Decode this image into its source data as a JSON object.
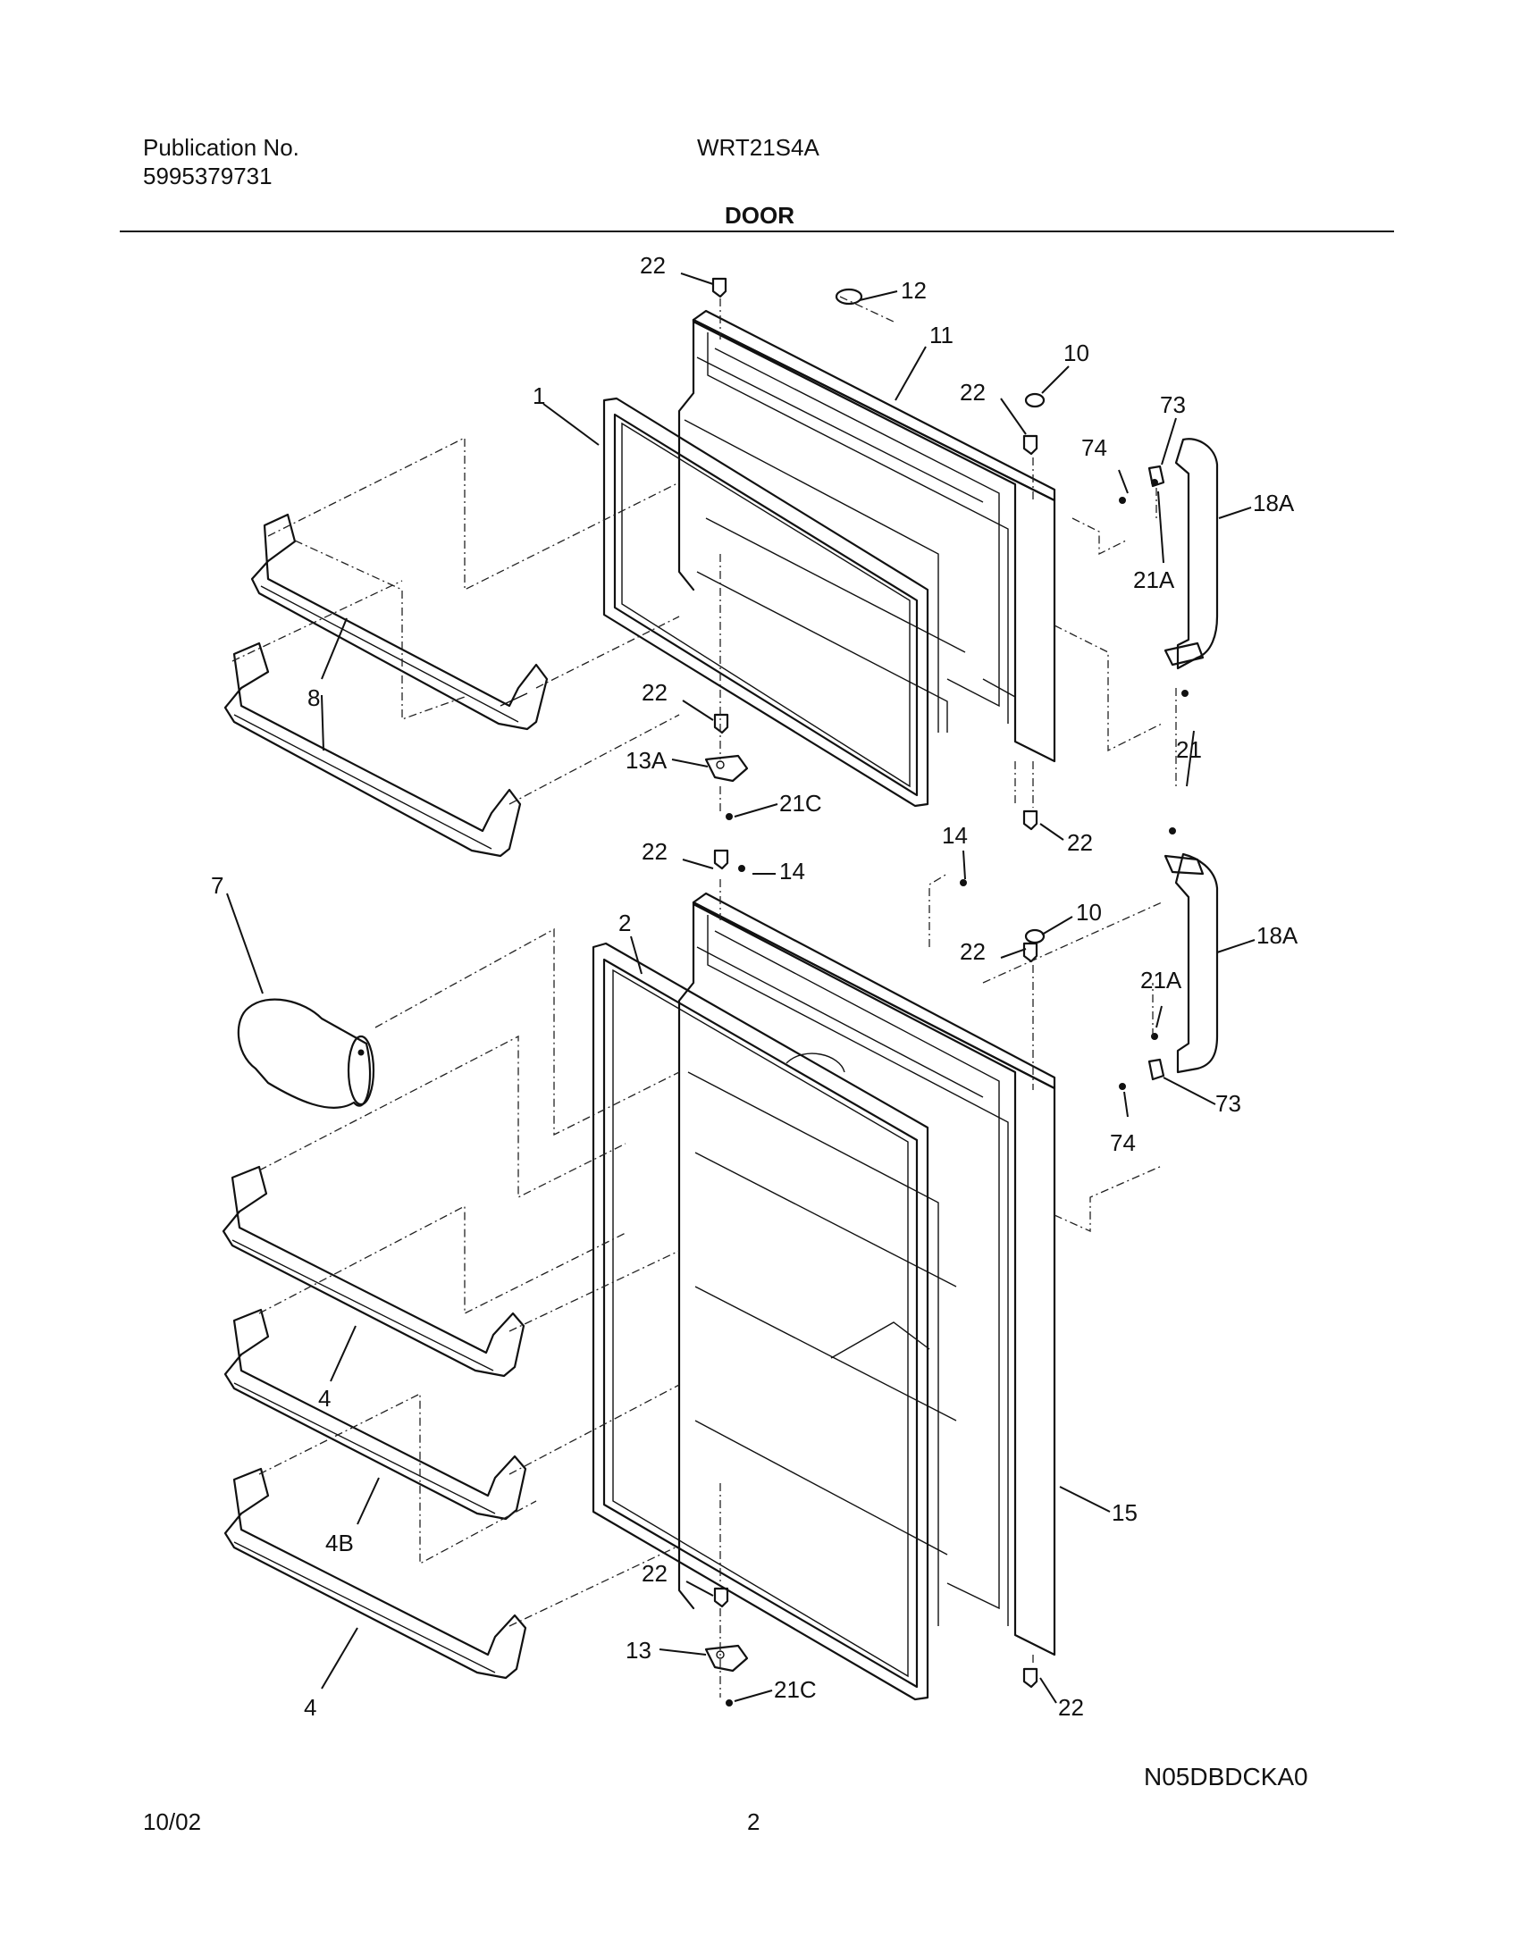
{
  "header": {
    "publication_label": "Publication No.",
    "publication_number": "5995379731",
    "model": "WRT21S4A",
    "section_title": "DOOR"
  },
  "footer": {
    "date": "10/02",
    "page_number": "2",
    "drawing_code": "N05DBDCKA0"
  },
  "callouts": {
    "c1": "1",
    "c2": "2",
    "c4a": "4",
    "c4b": "4B",
    "c4c": "4",
    "c7": "7",
    "c8": "8",
    "c10a": "10",
    "c10b": "10",
    "c11": "11",
    "c12": "12",
    "c13": "13",
    "c13a": "13A",
    "c14a": "14",
    "c14b": "14",
    "c15": "15",
    "c18a_top": "18A",
    "c18a_bot": "18A",
    "c21": "21",
    "c21a_top": "21A",
    "c21a_bot": "21A",
    "c21c_top": "21C",
    "c21c_bot": "21C",
    "c22_1": "22",
    "c22_2": "22",
    "c22_3": "22",
    "c22_4": "22",
    "c22_5": "22",
    "c22_6": "22",
    "c22_7": "22",
    "c22_8": "22",
    "c73a": "73",
    "c73b": "73",
    "c74a": "74",
    "c74b": "74"
  }
}
